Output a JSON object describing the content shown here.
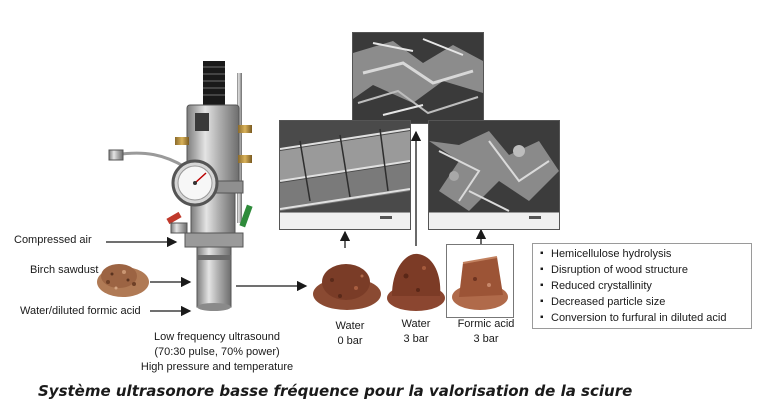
{
  "inputs": {
    "compressed_air": "Compressed air",
    "birch_sawdust": "Birch sawdust",
    "water_acid": "Water/diluted formic acid"
  },
  "conditions": {
    "line1": "Low frequency ultrasound",
    "line2": "(70:30 pulse, 70% power)",
    "line3": "High pressure and temperature"
  },
  "samples": [
    {
      "solvent": "Water",
      "pressure": "0 bar"
    },
    {
      "solvent": "Water",
      "pressure": "3 bar"
    },
    {
      "solvent": "Formic acid",
      "pressure": "3 bar"
    }
  ],
  "effects": [
    "Hemicellulose hydrolysis",
    "Disruption of wood structure",
    "Reduced crystallinity",
    "Decreased particle size",
    "Conversion to furfural in diluted acid"
  ],
  "caption": "Système ultrasonore basse fréquence pour la valorisation de la sciure",
  "colors": {
    "sawdust": "#8a4a32",
    "steel": "#bdbdbd",
    "sem_dark": "#2a2a2a"
  }
}
